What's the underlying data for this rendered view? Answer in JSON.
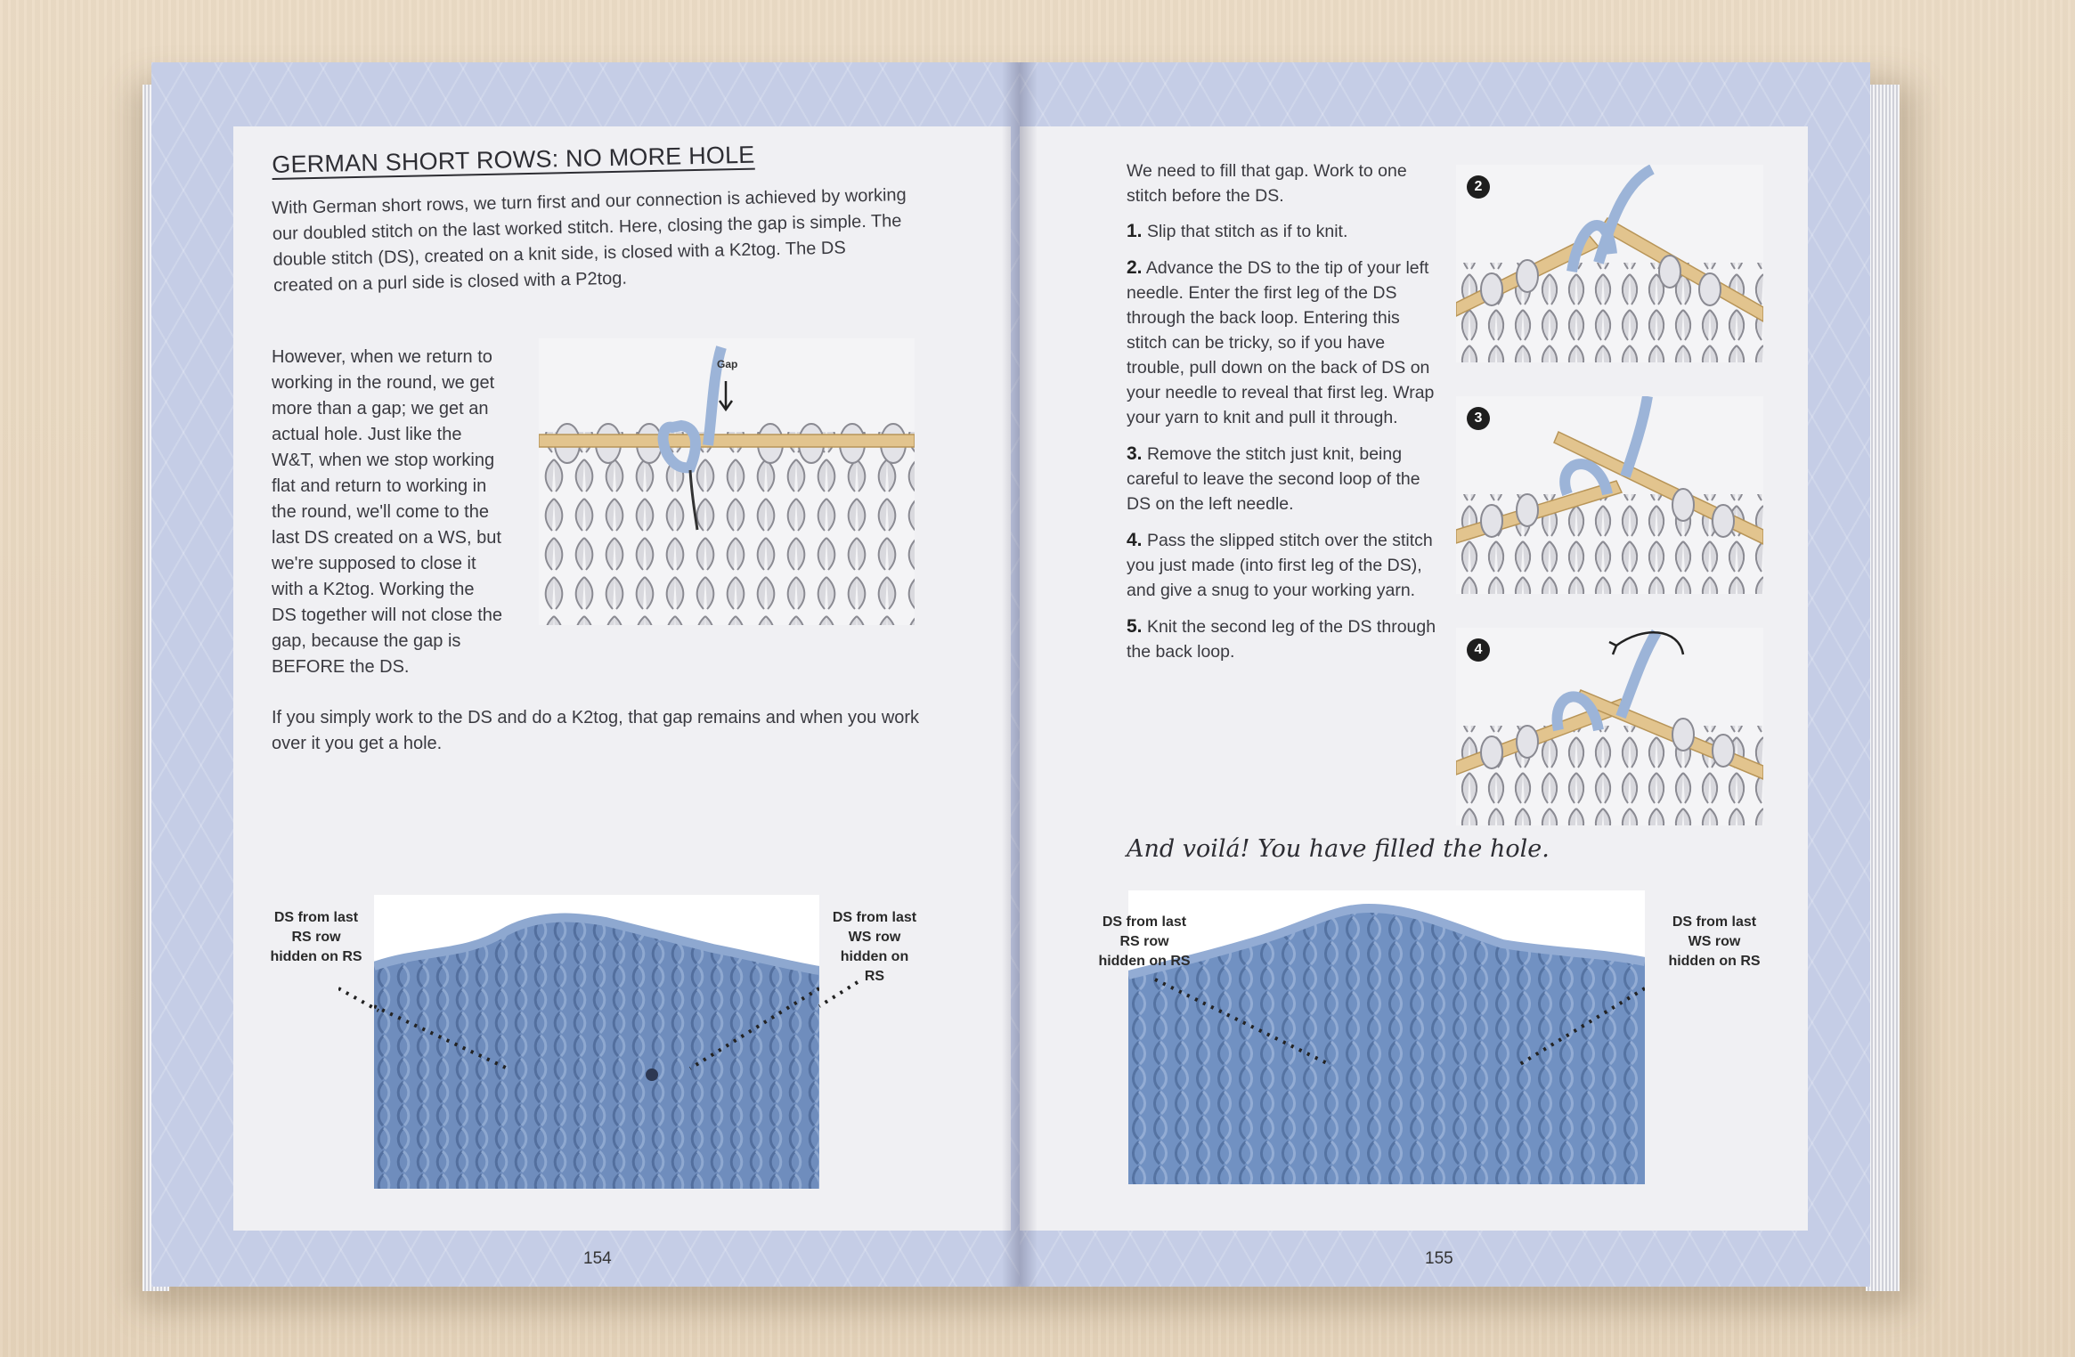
{
  "left_page": {
    "title": "GERMAN SHORT ROWS: NO MORE HOLE",
    "intro_paragraph": "With German short rows, we turn first and our connection is achieved by working our doubled stitch on the last worked stitch. Here, closing the gap is simple. The double stitch (DS), created on a knit side, is closed with a K2tog. The DS created on a purl side is closed with a P2tog.",
    "hole_paragraph": "However, when we return to working in the round, we get more than a gap; we get an actual hole. Just like the W&T, when we stop working flat and return to working in the round, we'll come to the last DS created on a WS, but we're supposed to close it with a K2tog. Working the DS together will not close the gap, because the gap is BEFORE the DS.",
    "illustration_label": "Gap",
    "outro_paragraph": "If you simply work to the DS and do a K2tog, that gap remains and when you work over it you get a hole.",
    "photo_callout_left": "DS from last RS row hidden on RS",
    "photo_callout_right": "DS from last WS row hidden on RS",
    "page_number": "154"
  },
  "right_page": {
    "intro": "We need to fill that gap. Work to one stitch before the DS.",
    "steps": [
      {
        "num": "1.",
        "text": "Slip that stitch as if to knit."
      },
      {
        "num": "2.",
        "text": "Advance the DS to the tip of your left needle. Enter the first leg of the DS through the back loop. Entering this stitch can be tricky, so if you have trouble, pull down on the back of DS on your needle to reveal that first leg. Wrap your yarn to knit and pull it through."
      },
      {
        "num": "3.",
        "text": "Remove the stitch just knit, being careful to leave the second loop of the DS on the left needle."
      },
      {
        "num": "4.",
        "text": "Pass the slipped stitch over the stitch you just made (into first leg of the DS), and give a snug to your working yarn."
      },
      {
        "num": "5.",
        "text": "Knit the second leg of the DS through the back loop."
      }
    ],
    "figure_badges": [
      "2",
      "3",
      "4"
    ],
    "closing": "And voilá! You have filled the hole.",
    "photo_callout_left": "DS from last RS row hidden on RS",
    "photo_callout_right": "DS from last WS row hidden on RS",
    "page_number": "155"
  },
  "colors": {
    "page_border": "#c5cde6",
    "paper": "#f0f0f3",
    "yarn_blue": "#6f8dbd",
    "needle_wood": "#e2c48e",
    "text": "#3a3a40"
  }
}
